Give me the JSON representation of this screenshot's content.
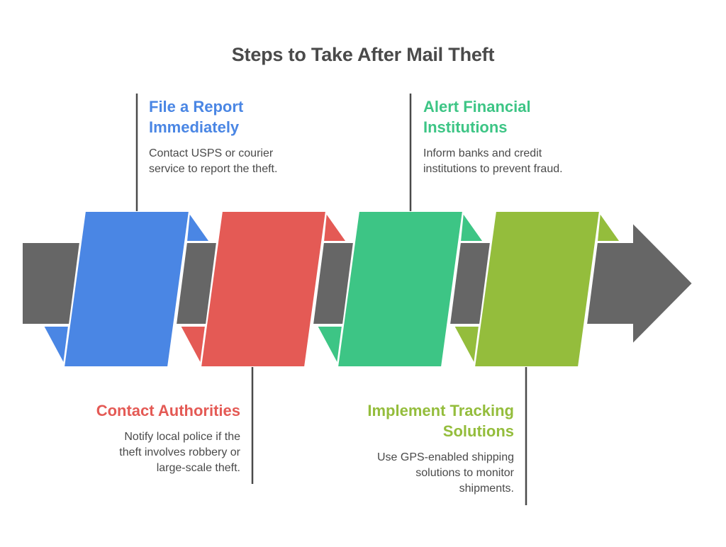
{
  "title": "Steps to Take After Mail Theft",
  "colors": {
    "band": "#666666",
    "connector": "#4a4a4a",
    "text": "#4a4a4a"
  },
  "steps": [
    {
      "heading": "File a Report Immediately",
      "heading_lines": [
        "File a Report",
        "Immediately"
      ],
      "description": "Contact USPS or courier service to report the theft.",
      "desc_lines": [
        "Contact USPS or courier",
        "service to report the theft."
      ],
      "color": "#4a86e4",
      "position": "top"
    },
    {
      "heading": "Contact Authorities",
      "heading_lines": [
        "Contact Authorities"
      ],
      "description": "Notify local police if the theft involves robbery or large-scale theft.",
      "desc_lines": [
        "Notify local police if the",
        "theft involves robbery or",
        "large-scale theft."
      ],
      "color": "#e45a55",
      "position": "bottom"
    },
    {
      "heading": "Alert Financial Institutions",
      "heading_lines": [
        "Alert Financial",
        "Institutions"
      ],
      "description": "Inform banks and credit institutions to prevent fraud.",
      "desc_lines": [
        "Inform banks and credit",
        "institutions to prevent fraud."
      ],
      "color": "#3dc585",
      "position": "top"
    },
    {
      "heading": "Implement Tracking Solutions",
      "heading_lines": [
        "Implement Tracking",
        "Solutions"
      ],
      "description": "Use GPS-enabled shipping solutions to monitor shipments.",
      "desc_lines": [
        "Use GPS-enabled shipping",
        "solutions to monitor",
        "shipments."
      ],
      "color": "#94bd3c",
      "position": "bottom"
    }
  ]
}
